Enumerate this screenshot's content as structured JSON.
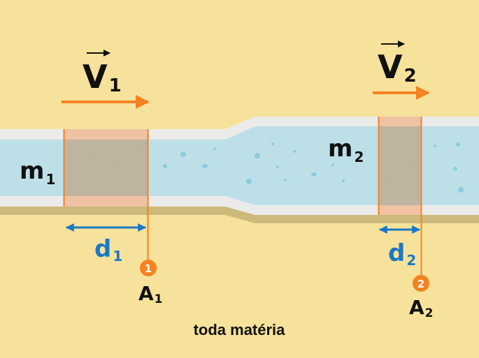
{
  "colors": {
    "background": "#f7e29b",
    "pipe_wall": "#ebebea",
    "pipe_shadow": "#cdb97c",
    "fluid": "#bde0e8",
    "bubble": "#8ecbdc",
    "orange": "#f58220",
    "blue": "#1b78c4",
    "segment_fill": "#f0b48c",
    "dark": "#111111"
  },
  "section1": {
    "velocity": "V",
    "velocity_sub": "1",
    "mass": "m",
    "mass_sub": "1",
    "distance": "d",
    "distance_sub": "1",
    "area": "A",
    "area_sub": "1",
    "marker": "1"
  },
  "section2": {
    "velocity": "V",
    "velocity_sub": "2",
    "mass": "m",
    "mass_sub": "2",
    "distance": "d",
    "distance_sub": "2",
    "area": "A",
    "area_sub": "2",
    "marker": "2"
  },
  "watermark": "toda matéria"
}
